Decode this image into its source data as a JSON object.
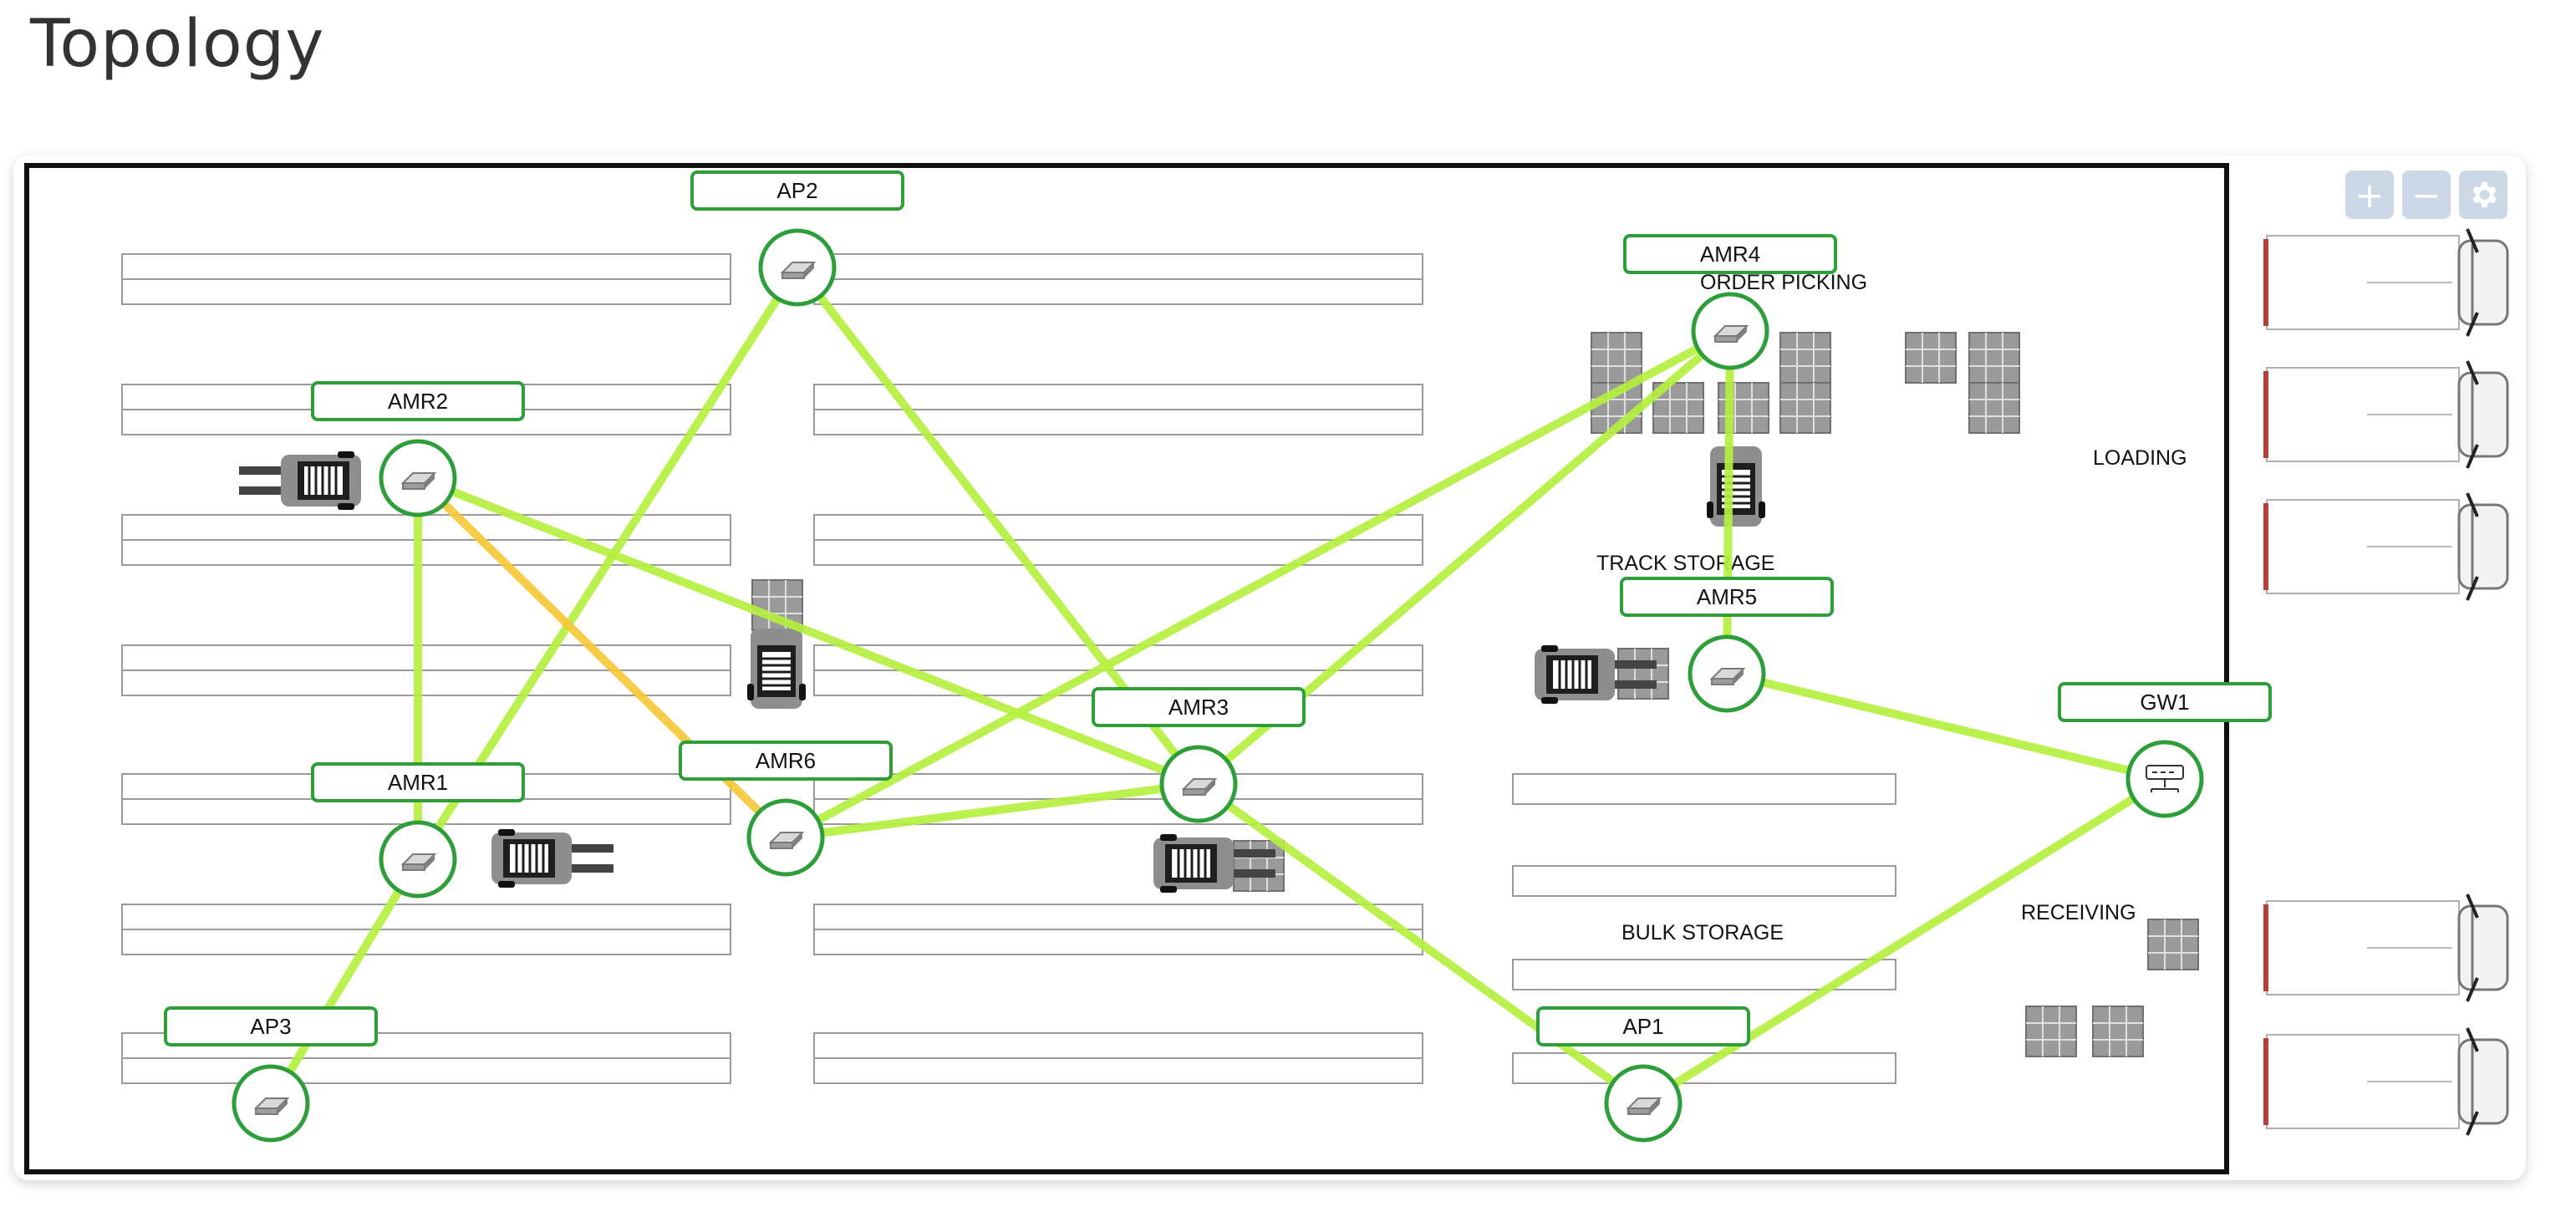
{
  "page": {
    "title": "Topology"
  },
  "controls": {
    "zoom_in": "+",
    "zoom_out": "−",
    "settings_icon": "gear-icon"
  },
  "colors": {
    "link_good": "#b4f040",
    "link_fair": "#f5c83a",
    "node_border": "#2e9e3a",
    "label_border": "#2e9e3a",
    "map_border": "#111111"
  },
  "zones": {
    "order_picking": "ORDER PICKING",
    "loading": "LOADING",
    "track_storage": "TRACK STORAGE",
    "bulk_storage": "BULK STORAGE",
    "receiving": "RECEIVING"
  },
  "nodes": [
    {
      "id": "AP2",
      "label": "AP2",
      "kind": "access-point"
    },
    {
      "id": "AMR4",
      "label": "AMR4",
      "kind": "robot"
    },
    {
      "id": "AMR2",
      "label": "AMR2",
      "kind": "robot"
    },
    {
      "id": "AMR5",
      "label": "AMR5",
      "kind": "robot"
    },
    {
      "id": "AMR3",
      "label": "AMR3",
      "kind": "robot"
    },
    {
      "id": "GW1",
      "label": "GW1",
      "kind": "gateway"
    },
    {
      "id": "AMR6",
      "label": "AMR6",
      "kind": "robot"
    },
    {
      "id": "AMR1",
      "label": "AMR1",
      "kind": "robot"
    },
    {
      "id": "AP3",
      "label": "AP3",
      "kind": "access-point"
    },
    {
      "id": "AP1",
      "label": "AP1",
      "kind": "access-point"
    }
  ],
  "links": [
    {
      "from": "AP2",
      "to": "AMR1",
      "quality": "good"
    },
    {
      "from": "AP2",
      "to": "AMR3",
      "quality": "good"
    },
    {
      "from": "AMR3",
      "to": "AP1",
      "quality": "good"
    },
    {
      "from": "AMR2",
      "to": "AMR1",
      "quality": "good"
    },
    {
      "from": "AMR2",
      "to": "AMR6",
      "quality": "fair"
    },
    {
      "from": "AMR2",
      "to": "AMR3",
      "quality": "good"
    },
    {
      "from": "AMR6",
      "to": "AMR4",
      "quality": "good"
    },
    {
      "from": "AMR3",
      "to": "AMR4",
      "quality": "good"
    },
    {
      "from": "AMR6",
      "to": "AMR3",
      "quality": "good"
    },
    {
      "from": "AMR4",
      "to": "AMR5",
      "quality": "good"
    },
    {
      "from": "AMR5",
      "to": "GW1",
      "quality": "good"
    },
    {
      "from": "GW1",
      "to": "AP1",
      "quality": "good"
    },
    {
      "from": "AMR1",
      "to": "AP3",
      "quality": "good"
    }
  ]
}
